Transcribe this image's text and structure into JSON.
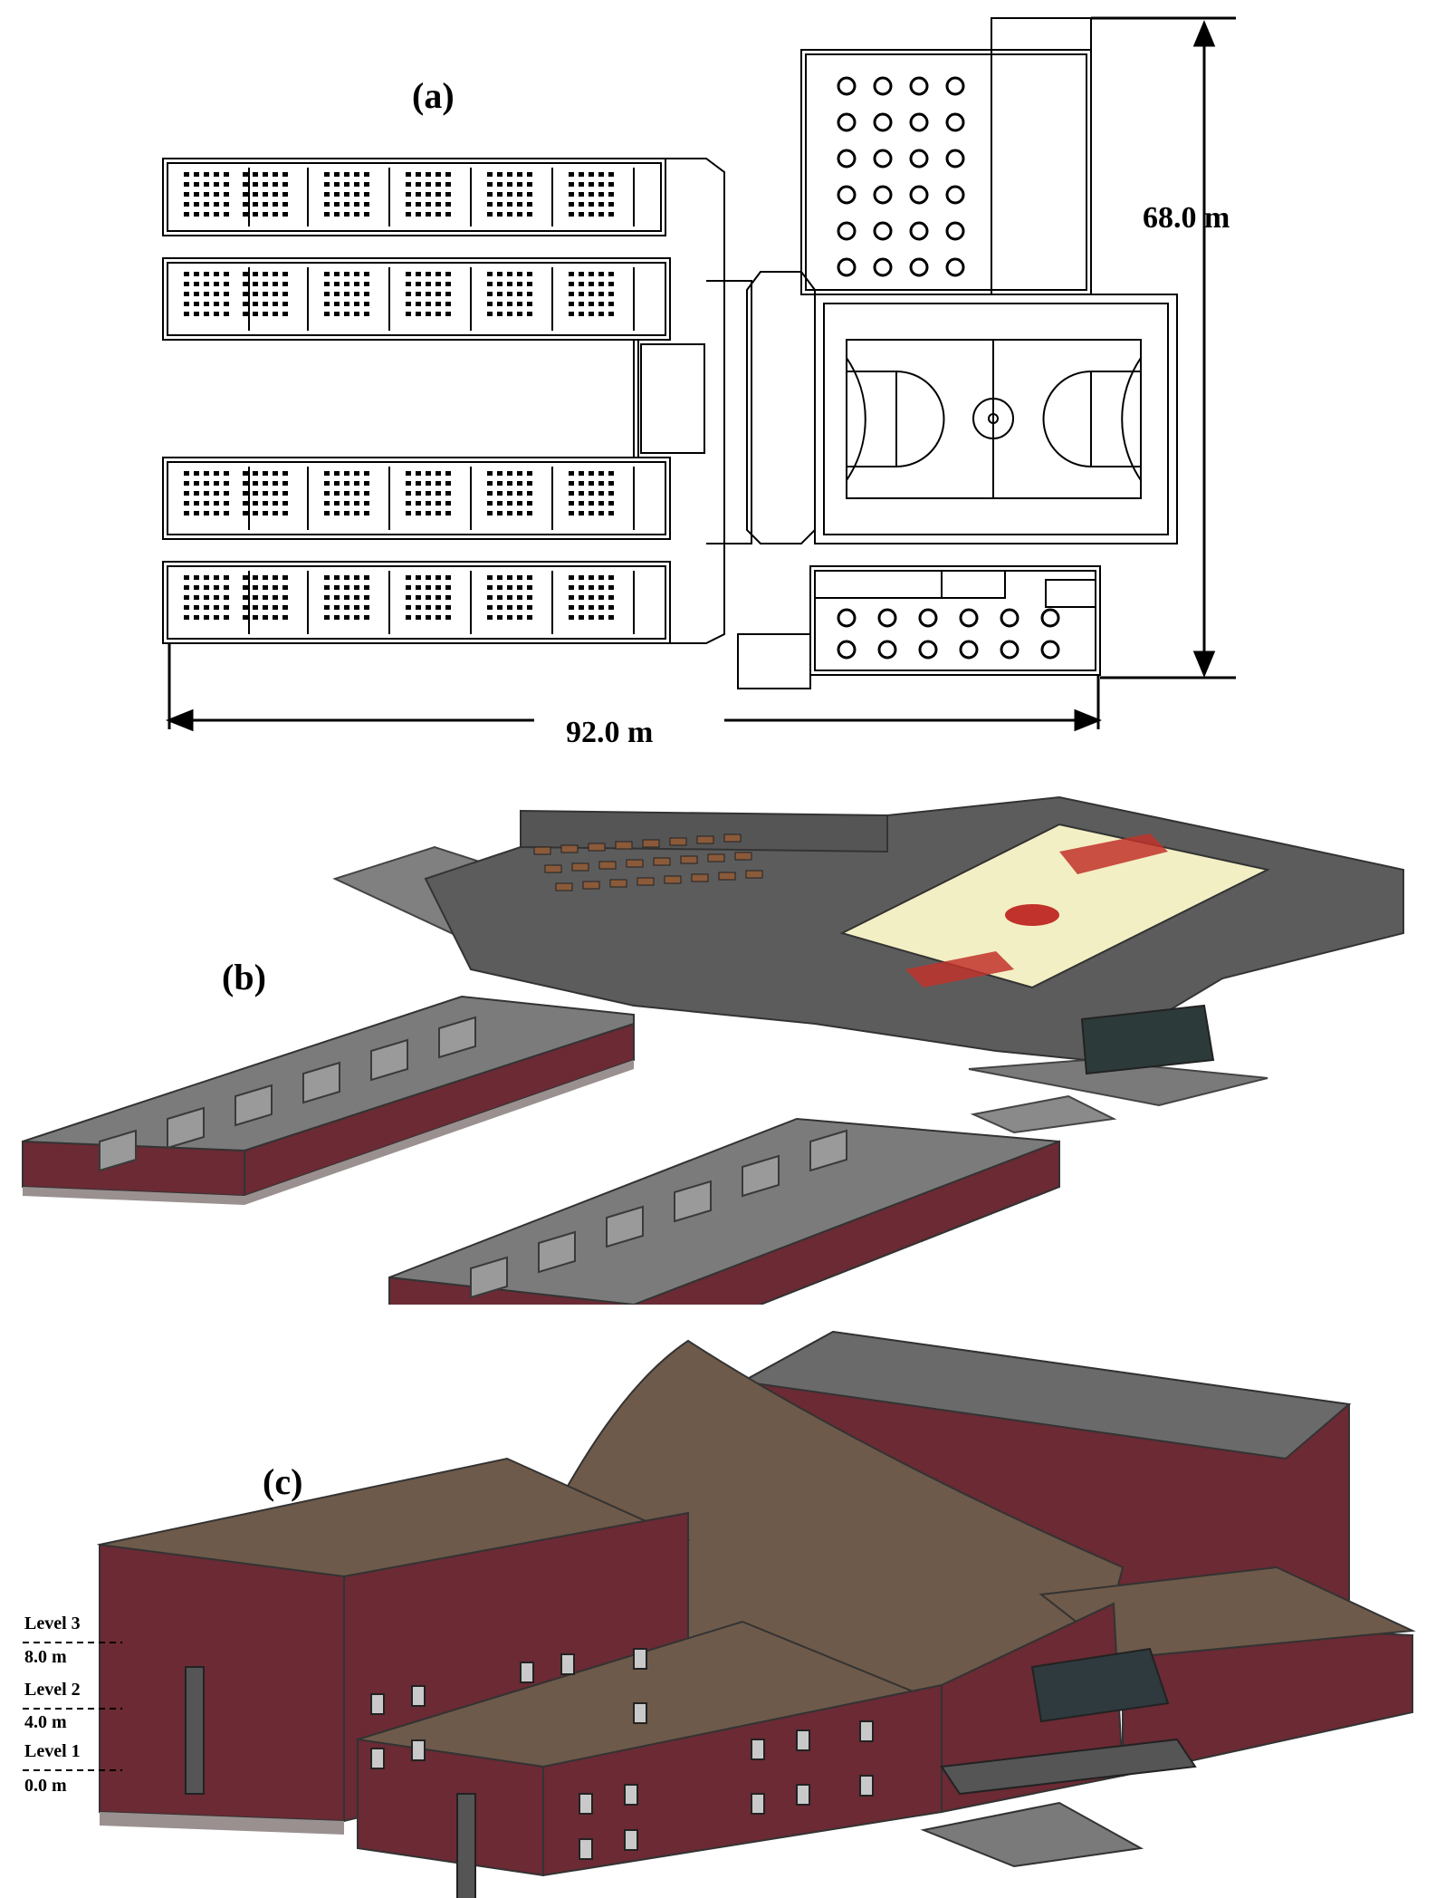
{
  "panels": {
    "a": {
      "label": "(a)",
      "width_dim": "92.0 m",
      "height_dim": "68.0 m"
    },
    "b": {
      "label": "(b)"
    },
    "c": {
      "label": "(c)",
      "levels": [
        {
          "name": "Level 3",
          "height": "8.0 m"
        },
        {
          "name": "Level 2",
          "height": "4.0 m"
        },
        {
          "name": "Level  1",
          "height": "0.0 m"
        }
      ]
    }
  },
  "colors": {
    "brick": "#6b2a34",
    "roof": "#6e5a4a",
    "court": "#f3efc4",
    "court_red": "#c0322b",
    "floor_gray": "#8a8a8a"
  }
}
